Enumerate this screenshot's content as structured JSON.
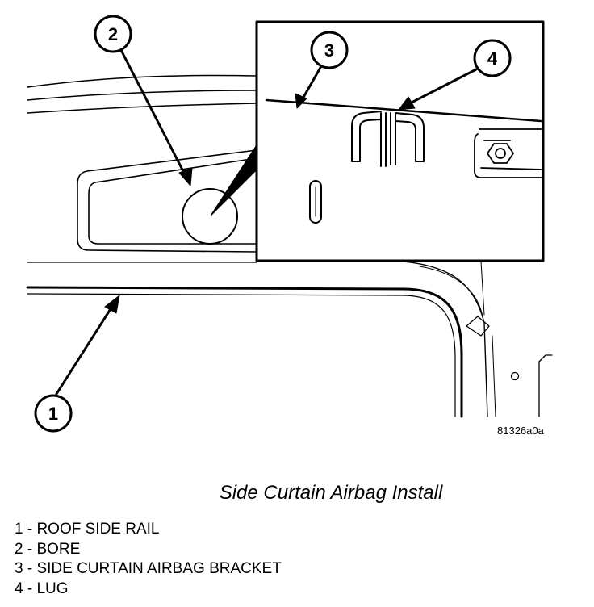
{
  "figure": {
    "id_code": "81326a0a",
    "caption": "Side Curtain Airbag Install"
  },
  "callouts": [
    "1",
    "2",
    "3",
    "4"
  ],
  "legend": [
    "1 - ROOF SIDE RAIL",
    "2 - BORE",
    "3 - SIDE CURTAIN AIRBAG BRACKET",
    "4 - LUG"
  ]
}
